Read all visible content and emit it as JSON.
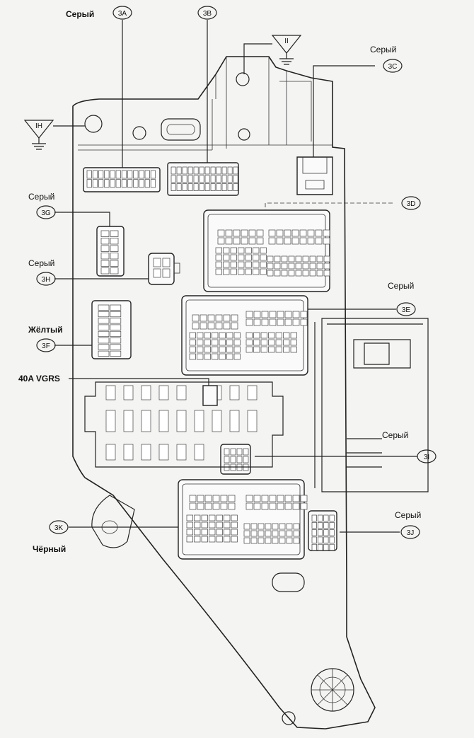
{
  "connectors": {
    "3A": {
      "id": "3A",
      "color_label": "Серый"
    },
    "3B": {
      "id": "3B"
    },
    "3C": {
      "id": "3C",
      "color_label": "Серый"
    },
    "3D": {
      "id": "3D"
    },
    "3E": {
      "id": "3E",
      "color_label": "Серый"
    },
    "3F": {
      "id": "3F",
      "color_label": "Жёлтый"
    },
    "3G": {
      "id": "3G",
      "color_label": "Серый"
    },
    "3H": {
      "id": "3H",
      "color_label": "Серый"
    },
    "3I": {
      "id": "3I",
      "color_label": "Серый"
    },
    "3J": {
      "id": "3J",
      "color_label": "Серый"
    },
    "3K": {
      "id": "3K",
      "color_label": "Чёрный"
    }
  },
  "grounds": {
    "left": {
      "label": "IH"
    },
    "top": {
      "label": "II"
    }
  },
  "fuse_label": "40A VGRS"
}
